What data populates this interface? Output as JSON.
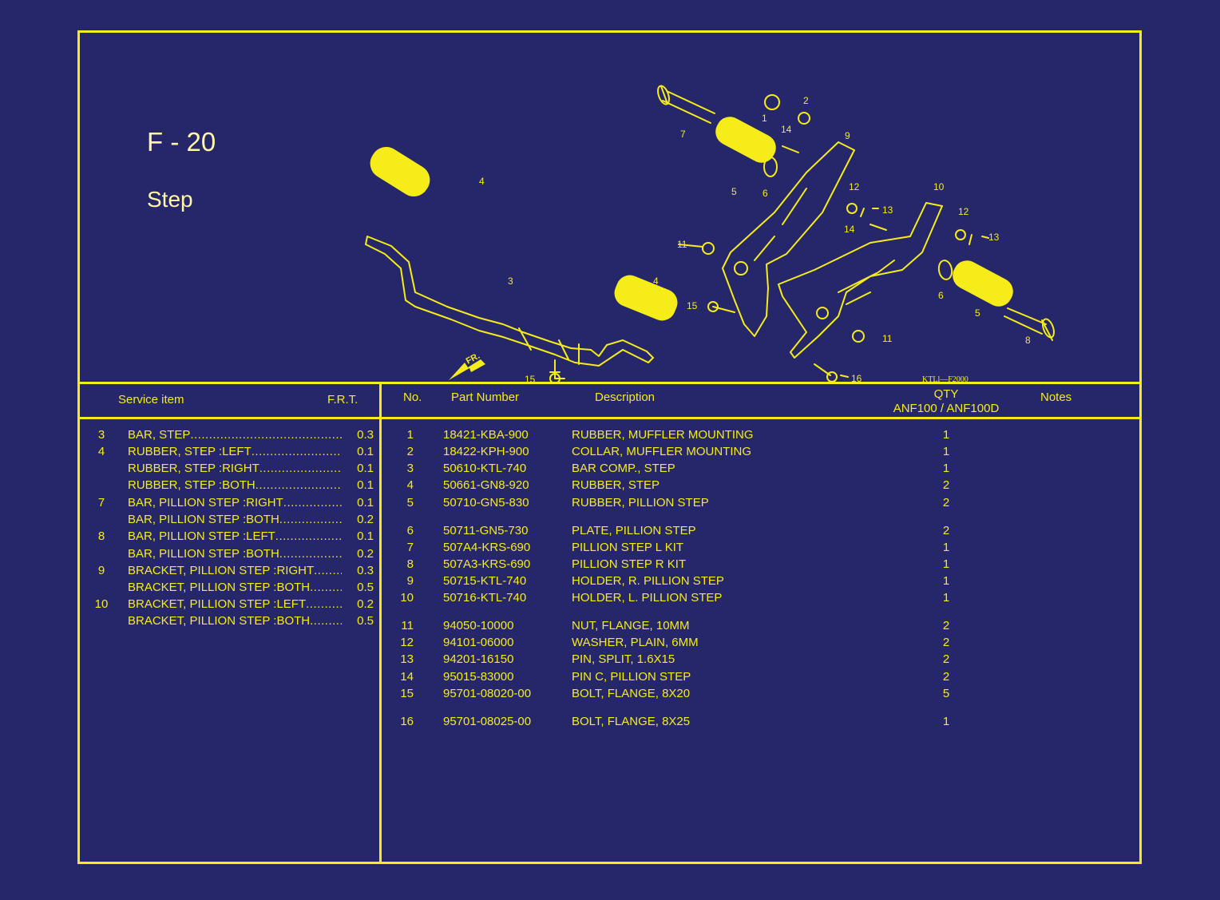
{
  "page": {
    "code": "F - 20",
    "title": "Step",
    "drawing_ref": "KTLl—F2000",
    "direction_label": "FR."
  },
  "callouts": [
    "1",
    "2",
    "3",
    "4",
    "4",
    "5",
    "5",
    "6",
    "6",
    "7",
    "8",
    "9",
    "10",
    "11",
    "11",
    "12",
    "12",
    "13",
    "13",
    "14",
    "14",
    "15",
    "15",
    "16"
  ],
  "service_header": {
    "item": "Service item",
    "frt": "F.R.T."
  },
  "service_items": [
    {
      "ref": "3",
      "name": "BAR, STEP",
      "frt": "0.3"
    },
    {
      "ref": "4",
      "name": "RUBBER, STEP :LEFT",
      "frt": "0.1"
    },
    {
      "ref": "",
      "name": "RUBBER, STEP :RIGHT",
      "frt": "0.1"
    },
    {
      "ref": "",
      "name": "RUBBER, STEP :BOTH",
      "frt": "0.1"
    },
    {
      "ref": "7",
      "name": "BAR, PILLION STEP :RIGHT",
      "frt": "0.1"
    },
    {
      "ref": "",
      "name": "BAR, PILLION STEP :BOTH",
      "frt": "0.2"
    },
    {
      "ref": "8",
      "name": "BAR, PILLION STEP :LEFT",
      "frt": "0.1"
    },
    {
      "ref": "",
      "name": "BAR, PILLION STEP :BOTH",
      "frt": "0.2"
    },
    {
      "ref": "9",
      "name": "BRACKET, PILLION STEP :RIGHT",
      "frt": "0.3"
    },
    {
      "ref": "",
      "name": "BRACKET, PILLION STEP :BOTH",
      "frt": "0.5"
    },
    {
      "ref": "10",
      "name": "BRACKET, PILLION STEP :LEFT",
      "frt": "0.2"
    },
    {
      "ref": "",
      "name": "BRACKET, PILLION STEP :BOTH",
      "frt": "0.5"
    }
  ],
  "parts_header": {
    "no": "No.",
    "part_number": "Part Number",
    "description": "Description",
    "qty": "QTY",
    "models": "ANF100 / ANF100D",
    "notes": "Notes"
  },
  "parts": [
    {
      "no": "1",
      "part_number": "18421-KBA-900",
      "description": "RUBBER, MUFFLER MOUNTING",
      "qty": "1"
    },
    {
      "no": "2",
      "part_number": "18422-KPH-900",
      "description": "COLLAR, MUFFLER MOUNTING",
      "qty": "1"
    },
    {
      "no": "3",
      "part_number": "50610-KTL-740",
      "description": "BAR COMP., STEP",
      "qty": "1"
    },
    {
      "no": "4",
      "part_number": "50661-GN8-920",
      "description": "RUBBER, STEP",
      "qty": "2"
    },
    {
      "no": "5",
      "part_number": "50710-GN5-830",
      "description": "RUBBER, PILLION STEP",
      "qty": "2"
    },
    {
      "no": "6",
      "part_number": "50711-GN5-730",
      "description": "PLATE, PILLION STEP",
      "qty": "2"
    },
    {
      "no": "7",
      "part_number": "507A4-KRS-690",
      "description": "PILLION STEP L KIT",
      "qty": "1"
    },
    {
      "no": "8",
      "part_number": "507A3-KRS-690",
      "description": "PILLION STEP R KIT",
      "qty": "1"
    },
    {
      "no": "9",
      "part_number": "50715-KTL-740",
      "description": "HOLDER, R. PILLION STEP",
      "qty": "1"
    },
    {
      "no": "10",
      "part_number": "50716-KTL-740",
      "description": "HOLDER, L. PILLION STEP",
      "qty": "1"
    },
    {
      "no": "11",
      "part_number": "94050-10000",
      "description": "NUT, FLANGE, 10MM",
      "qty": "2"
    },
    {
      "no": "12",
      "part_number": "94101-06000",
      "description": "WASHER, PLAIN, 6MM",
      "qty": "2"
    },
    {
      "no": "13",
      "part_number": "94201-16150",
      "description": "PIN, SPLIT, 1.6X15",
      "qty": "2"
    },
    {
      "no": "14",
      "part_number": "95015-83000",
      "description": "PIN C, PILLION STEP",
      "qty": "2"
    },
    {
      "no": "15",
      "part_number": "95701-08020-00",
      "description": "BOLT, FLANGE, 8X20",
      "qty": "5"
    },
    {
      "no": "16",
      "part_number": "95701-08025-00",
      "description": "BOLT, FLANGE, 8X25",
      "qty": "1"
    }
  ]
}
